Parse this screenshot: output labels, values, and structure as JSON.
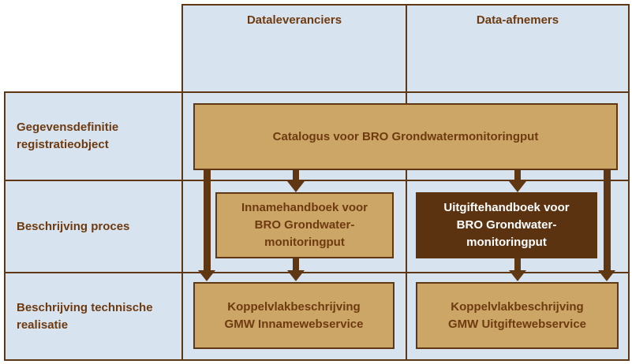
{
  "columns": [
    {
      "label": "Dataleveranciers"
    },
    {
      "label": "Data-afnemers"
    }
  ],
  "rows": [
    {
      "label_lines": [
        "Gegevensdefinitie",
        "registratieobject"
      ]
    },
    {
      "label_lines": [
        "Beschrijving proces"
      ]
    },
    {
      "label_lines": [
        "Beschrijving technische",
        "realisatie"
      ]
    }
  ],
  "boxes": {
    "catalogus": {
      "lines": [
        "Catalogus voor BRO Grondwatermonitoringput"
      ]
    },
    "innamehandboek": {
      "lines": [
        "Innamehandboek voor",
        "BRO Grondwater-",
        "monitoringput"
      ]
    },
    "uitgiftehandboek": {
      "lines": [
        "Uitgiftehandboek voor",
        "BRO Grondwater-",
        "monitoringput"
      ],
      "highlighted": true
    },
    "koppelvlak_inname": {
      "lines": [
        "Koppelvlakbeschrijving",
        "GMW Innamewebservice"
      ]
    },
    "koppelvlak_uitgifte": {
      "lines": [
        "Koppelvlakbeschrijving",
        "GMW Uitgiftewebservice"
      ]
    }
  },
  "colors": {
    "cell_fill": "#D8E3F0",
    "box_fill": "#CCA666",
    "box_highlight_fill": "#5C3310",
    "border": "#5F3813",
    "arrow": "#5F3813",
    "text_brown": "#6E3B10",
    "text_on_highlight": "#FFFFFF",
    "background": "#FFFFFF"
  }
}
